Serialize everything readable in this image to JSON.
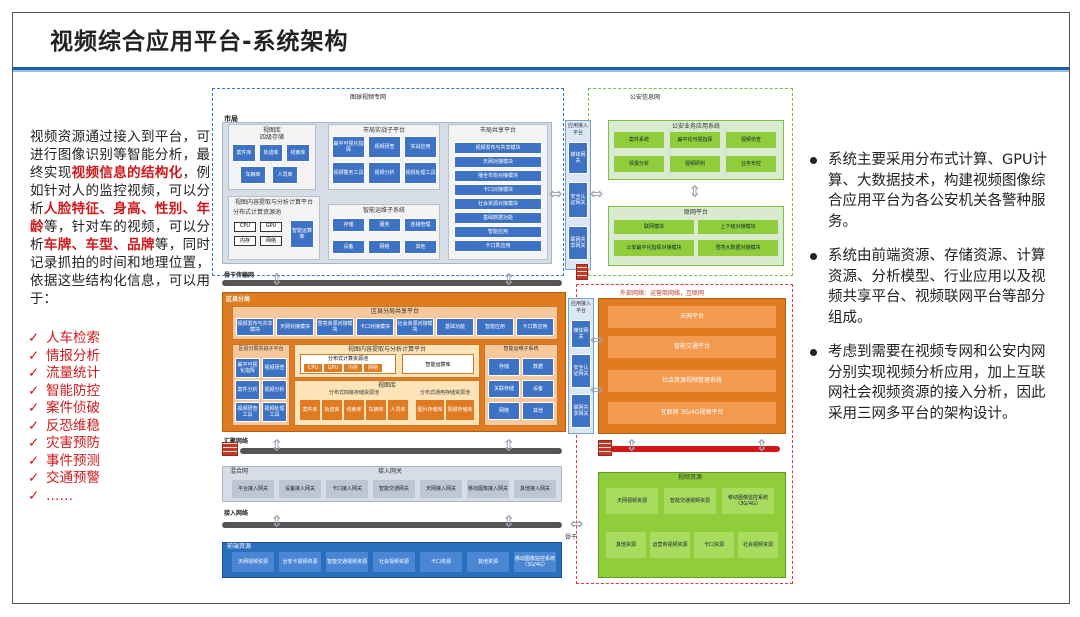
{
  "title": "视频综合应用平台-系统架构",
  "left": {
    "intro": [
      {
        "text": "视频资源通过接入到平台，可进行图像识别等智能分析，最终实现",
        "red": false
      },
      {
        "text": "视频信息的结构化",
        "red": true
      },
      {
        "text": "，例如针对人的监控视频，可以分析",
        "red": false
      },
      {
        "text": "人脸特征、身高、性别、年龄",
        "red": true
      },
      {
        "text": "等，针对车的视频，可以分析",
        "red": false
      },
      {
        "text": "车牌、车型、品牌",
        "red": true
      },
      {
        "text": "等，同时记录抓拍的时间和地理位置，依据这些结构化信息，可以用于：",
        "red": false
      }
    ],
    "check": "✓",
    "uses": [
      "人车检索",
      "情报分析",
      "流量统计",
      "智能防控",
      "案件侦破",
      "反恐维稳",
      "灾害预防",
      "事件预测",
      "交通预警",
      "……"
    ]
  },
  "right": {
    "bullets": [
      "系统主要采用分布式计算、GPU计算、大数据技术，构建视频图像综合应用平台为各公安机关各警种服务。",
      "系统由前端资源、存储资源、计算资源、分析模型、行业应用以及视频共享平台、视频联网平台等部分组成。",
      "考虑到需要在视频专网和公安内网分别实现视频分析应用，加上互联网社会视频资源的接入分析，因此采用三网多平台的架构设计。"
    ]
  },
  "diagram": {
    "zones": {
      "video_net": "图球视频专网",
      "police_net": "公安信息网",
      "outer_net": "外部网络：运营商网络，互联网",
      "city": "市局",
      "backbone": "骨干传输网",
      "district": "区县分局",
      "agg": "汇聚网络",
      "access_net": "接入网络",
      "front": "前端资源",
      "sim_area": "视频资源"
    },
    "city_lib": {
      "title": "视图库",
      "sub": "四级存储",
      "items": [
        "案件库",
        "轨迹库",
        "线索库",
        "车辆库",
        "人员库"
      ]
    },
    "city_app": {
      "title": "市局实战子平台",
      "items": [
        "扁平可视化指挥",
        "视频研查",
        "实战应用",
        "视频警务工具",
        "视频分析",
        "视频处理工具"
      ]
    },
    "city_share": {
      "title": "市局共享平台",
      "items": [
        "视频发布与共享模块",
        "天网对接模块",
        "播全市协对接模块",
        "卡口对接模块",
        "社会资源对接模块",
        "基础数据功能",
        "智能应用",
        "卡口数应用"
      ]
    },
    "city_calc": {
      "title": "视图内容提取与分析计算平台",
      "sub": "分布式计算资源池",
      "cpu": "CPU",
      "gpu": "GPU",
      "mem": "内存",
      "net": "网络",
      "smart": "智能运算库"
    },
    "city_sup": {
      "title": "智能运维子系统",
      "items": [
        "存储",
        "服务",
        "连接管理",
        "设备",
        "网络",
        "其他"
      ]
    },
    "gateways": {
      "gw1": "应用接入平台",
      "gw1a": "媒体网关",
      "gw1b": "安全认证网关",
      "gw1c": "联网共享网关",
      "gw2": "应用接入平台",
      "gw2a": "媒体网关",
      "gw2b": "安全认证网关",
      "gw2c": "联网共享网关"
    },
    "police_app": {
      "title": "公安业务应用系统",
      "items": [
        "案件系统",
        "扁平化可视指挥",
        "视频侦查",
        "情报分析",
        "视频研判",
        "业务布控"
      ]
    },
    "police_net_p": {
      "title": "联网平台",
      "items": [
        "联网模块",
        "上下级对接模块",
        "公安扁平化指挥对接模块",
        "雪亮大数据对接模块"
      ]
    },
    "outer_items": [
      "天网平台",
      "智能交通平台",
      "社会资源视频管理系统",
      "互联网 3G/4G视频平台"
    ],
    "dist_share": {
      "title": "区县分局共享平台",
      "items": [
        "视频发布与共享模块",
        "天网对接模块",
        "雪亮资源对接模块",
        "卡口对接模块",
        "社会资源对接模块",
        "基础功能",
        "智能应用",
        "卡口数应用"
      ]
    },
    "dist_app": {
      "title": "区县分局实战子平台",
      "items": [
        "扁平可视化指挥",
        "视频研查",
        "案件分析",
        "视频分析",
        "视频研查工具",
        "视频处理工具"
      ]
    },
    "dist_calc": {
      "title": "视图内容提取与分析计算平台",
      "sub": "分布式计算资源池",
      "cpu": "CPU",
      "gpu": "GPU",
      "mem": "内存",
      "net": "网络",
      "smart": "智能运算库"
    },
    "dist_lib": {
      "title": "视图库",
      "sub": "分布式四级存储资源池",
      "items": [
        "案件库",
        "轨迹库",
        "线索库",
        "车辆库",
        "人员库"
      ],
      "sub2": "分布式通用存储资源池",
      "items2": [
        "图片存储库",
        "视频存储库"
      ]
    },
    "dist_sup": {
      "title": "智能运维子系统",
      "items": [
        "存储",
        "数据",
        "关联存储",
        "设备",
        "网络",
        "其他"
      ]
    },
    "front_gw": {
      "title": "接入网关",
      "left": "混合网",
      "items": [
        "平台接入网关",
        "设备接入网关",
        "卡口接入网关",
        "智能交通网关",
        "天网接入网关",
        "移动图像接入网关",
        "其他接入网关"
      ]
    },
    "front_res": {
      "items": [
        "天网视频资源",
        "治安卡视频资源",
        "智能交通视频资源",
        "社会视频资源",
        "卡口资源",
        "其他资源",
        "移动图像监控系统（3G/4G）"
      ]
    },
    "sim_res": {
      "items": [
        "天网视频资源",
        "智能交通视频资源",
        "移动图像监控系统（3G/4G）",
        "其他资源",
        "运营商视频资源",
        "卡口资源",
        "社会视频资源"
      ]
    },
    "net_mid": "骨干"
  }
}
